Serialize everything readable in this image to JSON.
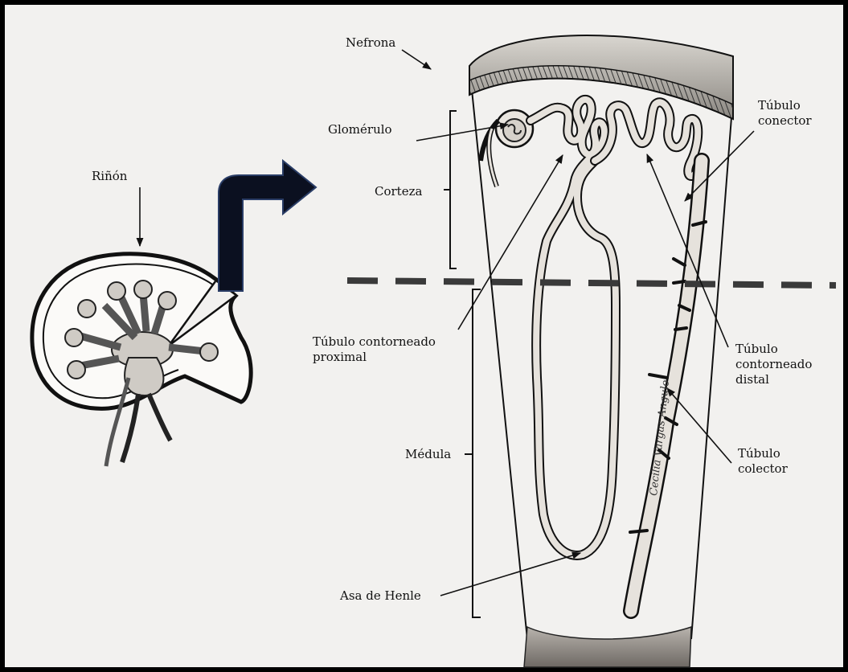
{
  "labels": {
    "rinon": "Riñón",
    "nefrona": "Nefrona",
    "glomerulo": "Glomérulo",
    "corteza": "Corteza",
    "tubulo_conector": [
      "Túbulo",
      "conector"
    ],
    "tubulo_proximal": [
      "Túbulo contorneado",
      "proximal"
    ],
    "tubulo_distal": [
      "Túbulo",
      "contorneado",
      "distal"
    ],
    "medula": "Médula",
    "tubulo_colector": [
      "Túbulo",
      "colector"
    ],
    "asa_henle": "Asa de Henle"
  },
  "signature": "Cecilia Vargas Angulo",
  "colors": {
    "frame": "#000000",
    "paper": "#f2f1ef",
    "ink": "#1a1a1a",
    "tube_fill": "#e6e2dc",
    "arrow_fill": "#0b1020",
    "arrow_edge": "#2a3d66"
  }
}
